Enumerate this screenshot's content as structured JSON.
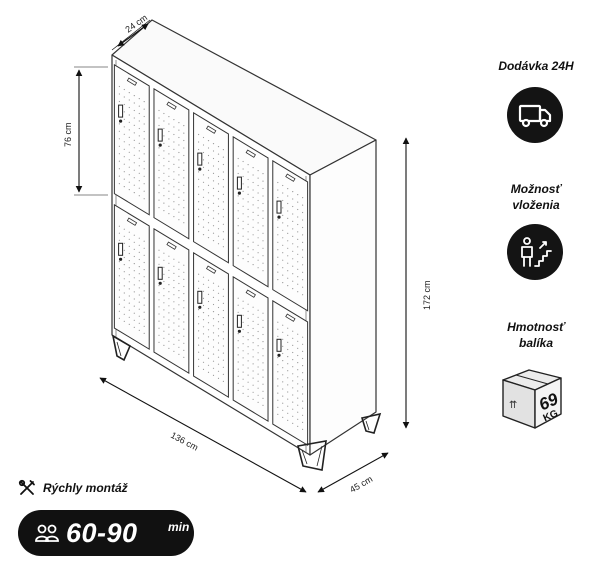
{
  "dimensions": {
    "depth_top": "24 cm",
    "compartment_height": "76 cm",
    "total_height": "172 cm",
    "width": "136 cm",
    "depth": "45 cm"
  },
  "features": {
    "delivery": {
      "label": "Dodávka 24H",
      "icon": "delivery-truck-icon"
    },
    "carry_in": {
      "label_line1": "Možnosť",
      "label_line2": "vloženia",
      "icon": "carry-upstairs-icon"
    },
    "weight": {
      "label_line1": "Hmotnosť",
      "label_line2": "balíka",
      "value": "69",
      "unit": "KG",
      "icon": "package-box-icon"
    }
  },
  "assembly": {
    "label": "Rýchly montáž",
    "icon": "tools-icon",
    "time_range": "60-90",
    "time_unit": "min",
    "people_icon": "two-people-icon"
  }
}
